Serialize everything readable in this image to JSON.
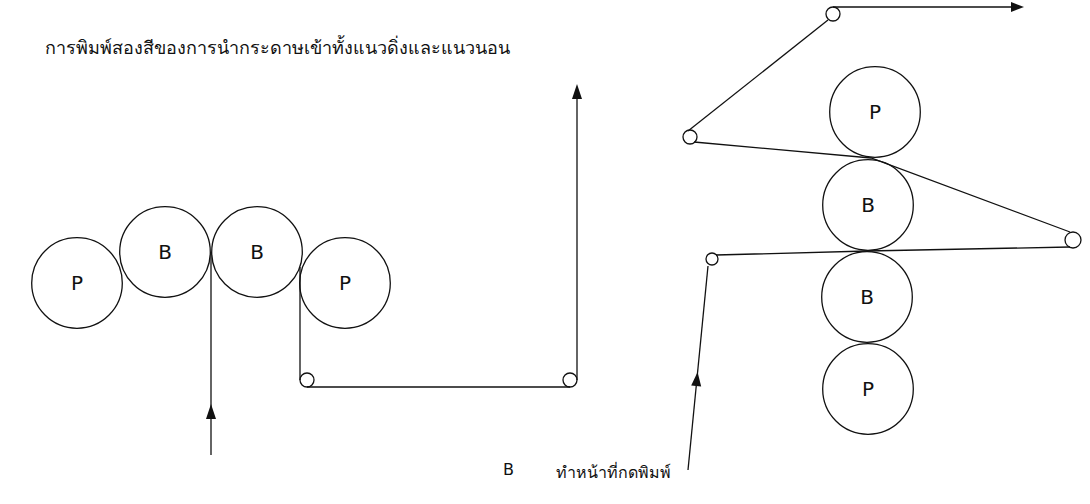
{
  "diagram": {
    "title": "การพิมพ์สองสีของการนำกระดาษเข้าทั้งแนวดิ่งและแนวนอน",
    "nodes": [
      {
        "text": [
          "P"
        ]
      },
      {
        "text": [
          "B"
        ]
      },
      {
        "text": [
          "B"
        ]
      },
      {
        "text": [
          "P"
        ]
      },
      {
        "text": [
          "P"
        ]
      },
      {
        "text": [
          "B"
        ]
      },
      {
        "text": [
          "B"
        ]
      },
      {
        "text": [
          "P"
        ]
      }
    ],
    "labels": [
      "B",
      "ทำหน้าที่กดพิมพ์"
    ]
  }
}
